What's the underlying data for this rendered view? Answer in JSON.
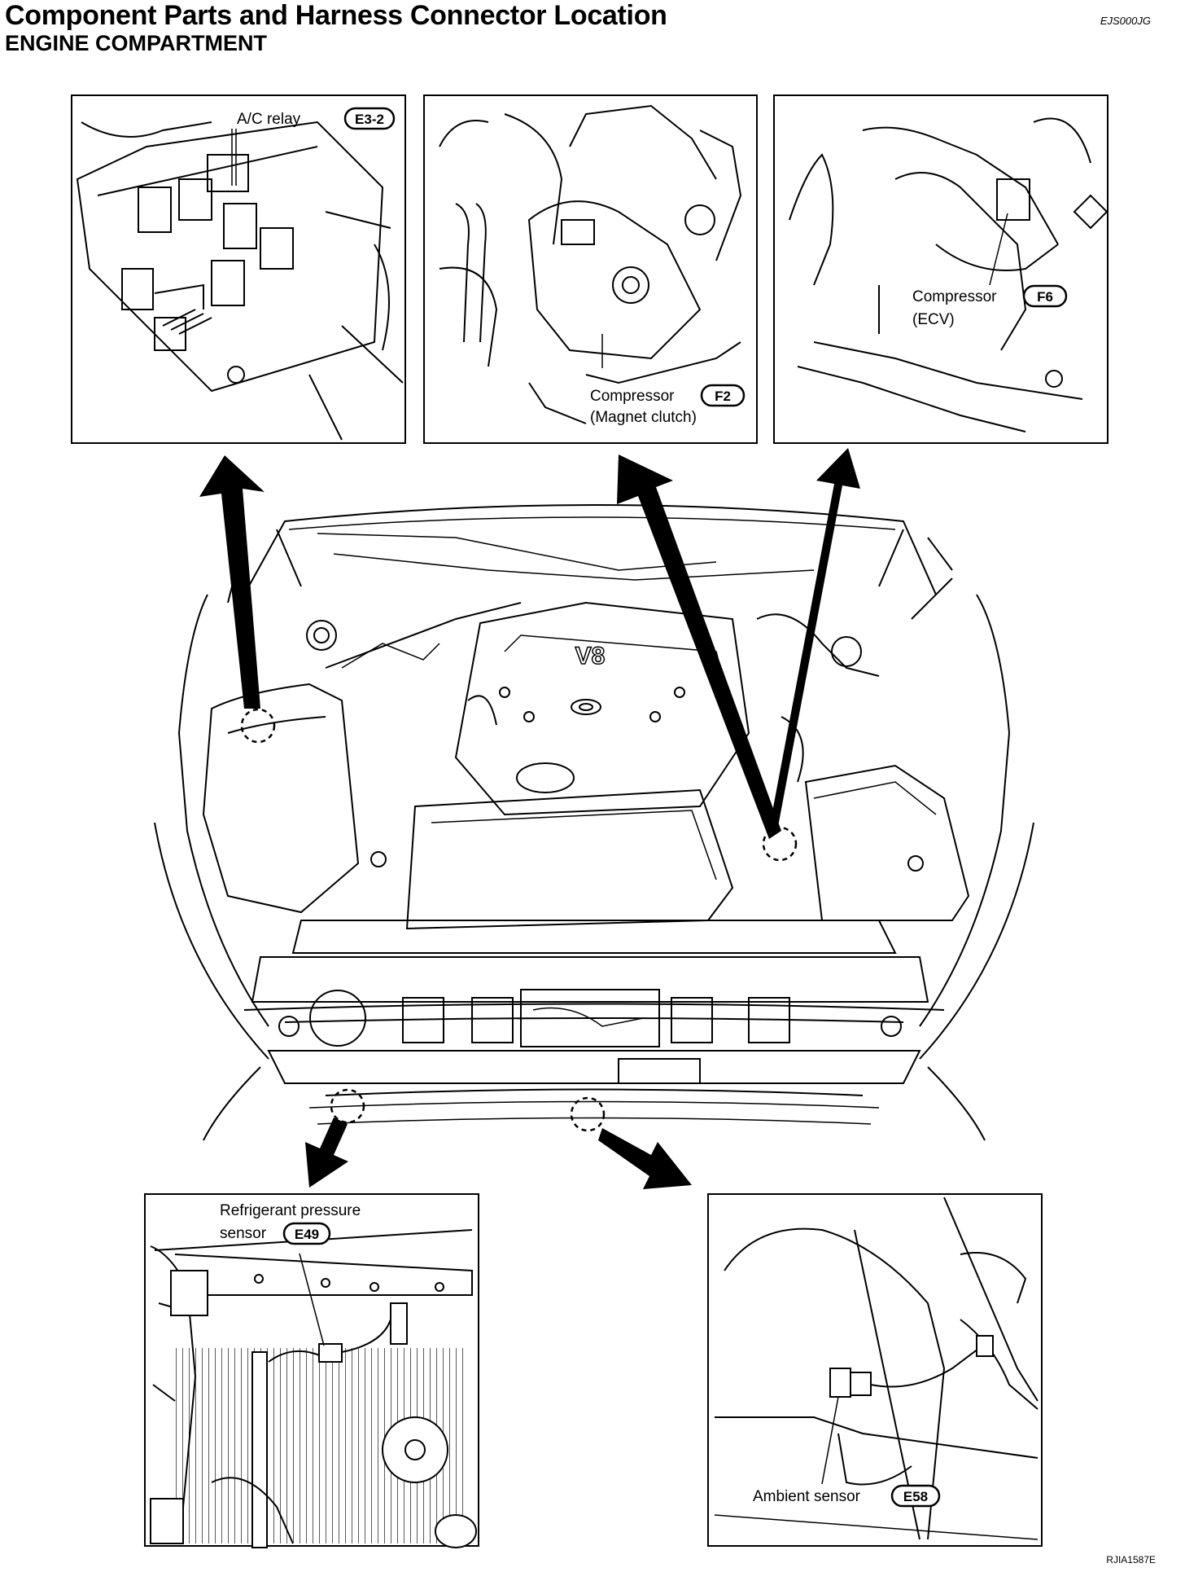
{
  "header": {
    "title": "Component Parts and Harness Connector Location",
    "subtitle": "ENGINE COMPARTMENT",
    "doc_id": "EJS000JG"
  },
  "footer": {
    "figure_id": "RJIA1587E"
  },
  "engine": {
    "cover_text": "V8"
  },
  "callouts": {
    "ac_relay": {
      "label": "A/C relay",
      "code": "E3-2"
    },
    "compressor_f2": {
      "label": "Compressor",
      "sublabel": "(Magnet clutch)",
      "code": "F2"
    },
    "compressor_f6": {
      "label": "Compressor",
      "sublabel": "(ECV)",
      "code": "F6"
    },
    "refrigerant": {
      "label": "Refrigerant pressure",
      "sublabel": "sensor",
      "code": "E49"
    },
    "ambient": {
      "label": "Ambient sensor",
      "code": "E58"
    }
  }
}
